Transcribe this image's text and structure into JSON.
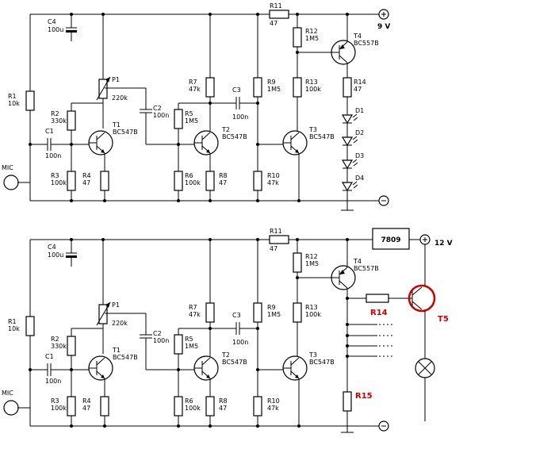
{
  "circuits": [
    {
      "components": {
        "C4": {
          "ref": "C4",
          "value": "100u"
        },
        "R1": {
          "ref": "R1",
          "value": "10k"
        },
        "R2": {
          "ref": "R2",
          "value": "330k"
        },
        "C1": {
          "ref": "C1",
          "value": "100n"
        },
        "R3": {
          "ref": "R3",
          "value": "100k"
        },
        "R4": {
          "ref": "R4",
          "value": "47"
        },
        "P1": {
          "ref": "P1",
          "value": "220k"
        },
        "T1": {
          "ref": "T1",
          "value": "BC547B"
        },
        "C2": {
          "ref": "C2",
          "value": "100n"
        },
        "R5": {
          "ref": "R5",
          "value": "1M5"
        },
        "R6": {
          "ref": "R6",
          "value": "100k"
        },
        "R7": {
          "ref": "R7",
          "value": "47k"
        },
        "R8": {
          "ref": "R8",
          "value": "47"
        },
        "T2": {
          "ref": "T2",
          "value": "BC547B"
        },
        "C3": {
          "ref": "C3",
          "value": "100n"
        },
        "R9": {
          "ref": "R9",
          "value": "1M5"
        },
        "R10": {
          "ref": "R10",
          "value": "47k"
        },
        "T3": {
          "ref": "T3",
          "value": "BC547B"
        },
        "R11": {
          "ref": "R11",
          "value": "47"
        },
        "R12": {
          "ref": "R12",
          "value": "1M5"
        },
        "R13": {
          "ref": "R13",
          "value": "100k"
        },
        "T4": {
          "ref": "T4",
          "value": "BC557B"
        },
        "R14": {
          "ref": "R14",
          "value": "47"
        },
        "D1": {
          "ref": "D1"
        },
        "D2": {
          "ref": "D2"
        },
        "D3": {
          "ref": "D3"
        },
        "D4": {
          "ref": "D4"
        }
      },
      "mic": "MIC",
      "supply": "9 V"
    },
    {
      "components": {
        "C4": {
          "ref": "C4",
          "value": "100u"
        },
        "R1": {
          "ref": "R1",
          "value": "10k"
        },
        "R2": {
          "ref": "R2",
          "value": "330k"
        },
        "C1": {
          "ref": "C1",
          "value": "100n"
        },
        "R3": {
          "ref": "R3",
          "value": "100k"
        },
        "R4": {
          "ref": "R4",
          "value": "47"
        },
        "P1": {
          "ref": "P1",
          "value": "220k"
        },
        "T1": {
          "ref": "T1",
          "value": "BC547B"
        },
        "C2": {
          "ref": "C2",
          "value": "100n"
        },
        "R5": {
          "ref": "R5",
          "value": "1M5"
        },
        "R6": {
          "ref": "R6",
          "value": "100k"
        },
        "R7": {
          "ref": "R7",
          "value": "47k"
        },
        "R8": {
          "ref": "R8",
          "value": "47"
        },
        "T2": {
          "ref": "T2",
          "value": "BC547B"
        },
        "C3": {
          "ref": "C3",
          "value": "100n"
        },
        "R9": {
          "ref": "R9",
          "value": "1M5"
        },
        "R10": {
          "ref": "R10",
          "value": "47k"
        },
        "T3": {
          "ref": "T3",
          "value": "BC547B"
        },
        "R11": {
          "ref": "R11",
          "value": "47"
        },
        "R12": {
          "ref": "R12",
          "value": "1M5"
        },
        "R13": {
          "ref": "R13",
          "value": "100k"
        },
        "T4": {
          "ref": "T4",
          "value": "BC557B"
        }
      },
      "mic": "MIC",
      "supply": "12 V",
      "regulator": "7809",
      "added": {
        "R14": "R14",
        "R15": "R15",
        "T5": "T5"
      },
      "added_color": "#cc0000"
    }
  ]
}
